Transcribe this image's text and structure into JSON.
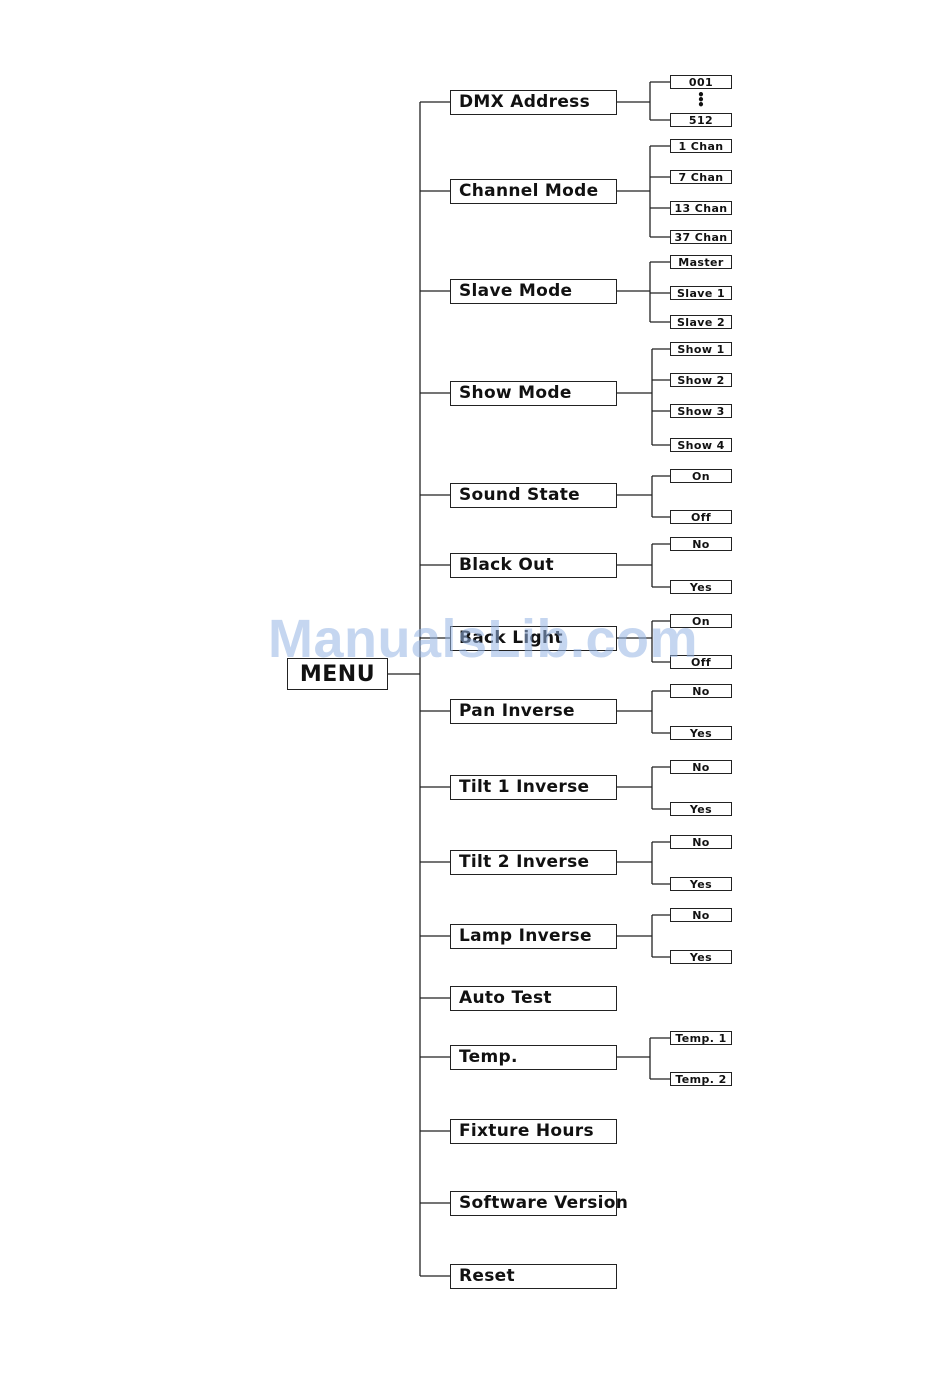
{
  "menu": {
    "label": "MENU"
  },
  "items": [
    {
      "key": "dmx-address",
      "label": "DMX Address",
      "options": [
        "001",
        "512"
      ]
    },
    {
      "key": "channel-mode",
      "label": "Channel Mode",
      "options": [
        "1 Chan",
        "7 Chan",
        "13 Chan",
        "37 Chan"
      ]
    },
    {
      "key": "slave-mode",
      "label": "Slave Mode",
      "options": [
        "Master",
        "Slave 1",
        "Slave 2"
      ]
    },
    {
      "key": "show-mode",
      "label": "Show Mode",
      "options": [
        "Show 1",
        "Show 2",
        "Show 3",
        "Show  4"
      ]
    },
    {
      "key": "sound-state",
      "label": "Sound State",
      "options": [
        "On",
        "Off"
      ]
    },
    {
      "key": "black-out",
      "label": "Black Out",
      "options": [
        "No",
        "Yes"
      ]
    },
    {
      "key": "back-light",
      "label": "Back Light",
      "options": [
        "On",
        "Off"
      ]
    },
    {
      "key": "pan-inverse",
      "label": "Pan Inverse",
      "options": [
        "No",
        "Yes"
      ]
    },
    {
      "key": "tilt-1-inverse",
      "label": "Tilt 1  Inverse",
      "options": [
        "No",
        "Yes"
      ]
    },
    {
      "key": "tilt-2-inverse",
      "label": "Tilt 2 Inverse",
      "options": [
        "No",
        "Yes"
      ]
    },
    {
      "key": "lamp-inverse",
      "label": "Lamp Inverse",
      "options": [
        "No",
        "Yes"
      ]
    },
    {
      "key": "auto-test",
      "label": "Auto Test",
      "options": []
    },
    {
      "key": "temp",
      "label": "Temp.",
      "options": [
        "Temp. 1",
        "Temp. 2"
      ]
    },
    {
      "key": "fixture-hours",
      "label": "Fixture Hours",
      "options": []
    },
    {
      "key": "software-version",
      "label": "Software Version",
      "options": []
    },
    {
      "key": "reset",
      "label": "Reset",
      "options": []
    }
  ],
  "watermark": {
    "text": "ManualsLib.com"
  },
  "colors": {
    "line": "#222222",
    "text": "#111111",
    "watermark": "#96b4e4"
  }
}
